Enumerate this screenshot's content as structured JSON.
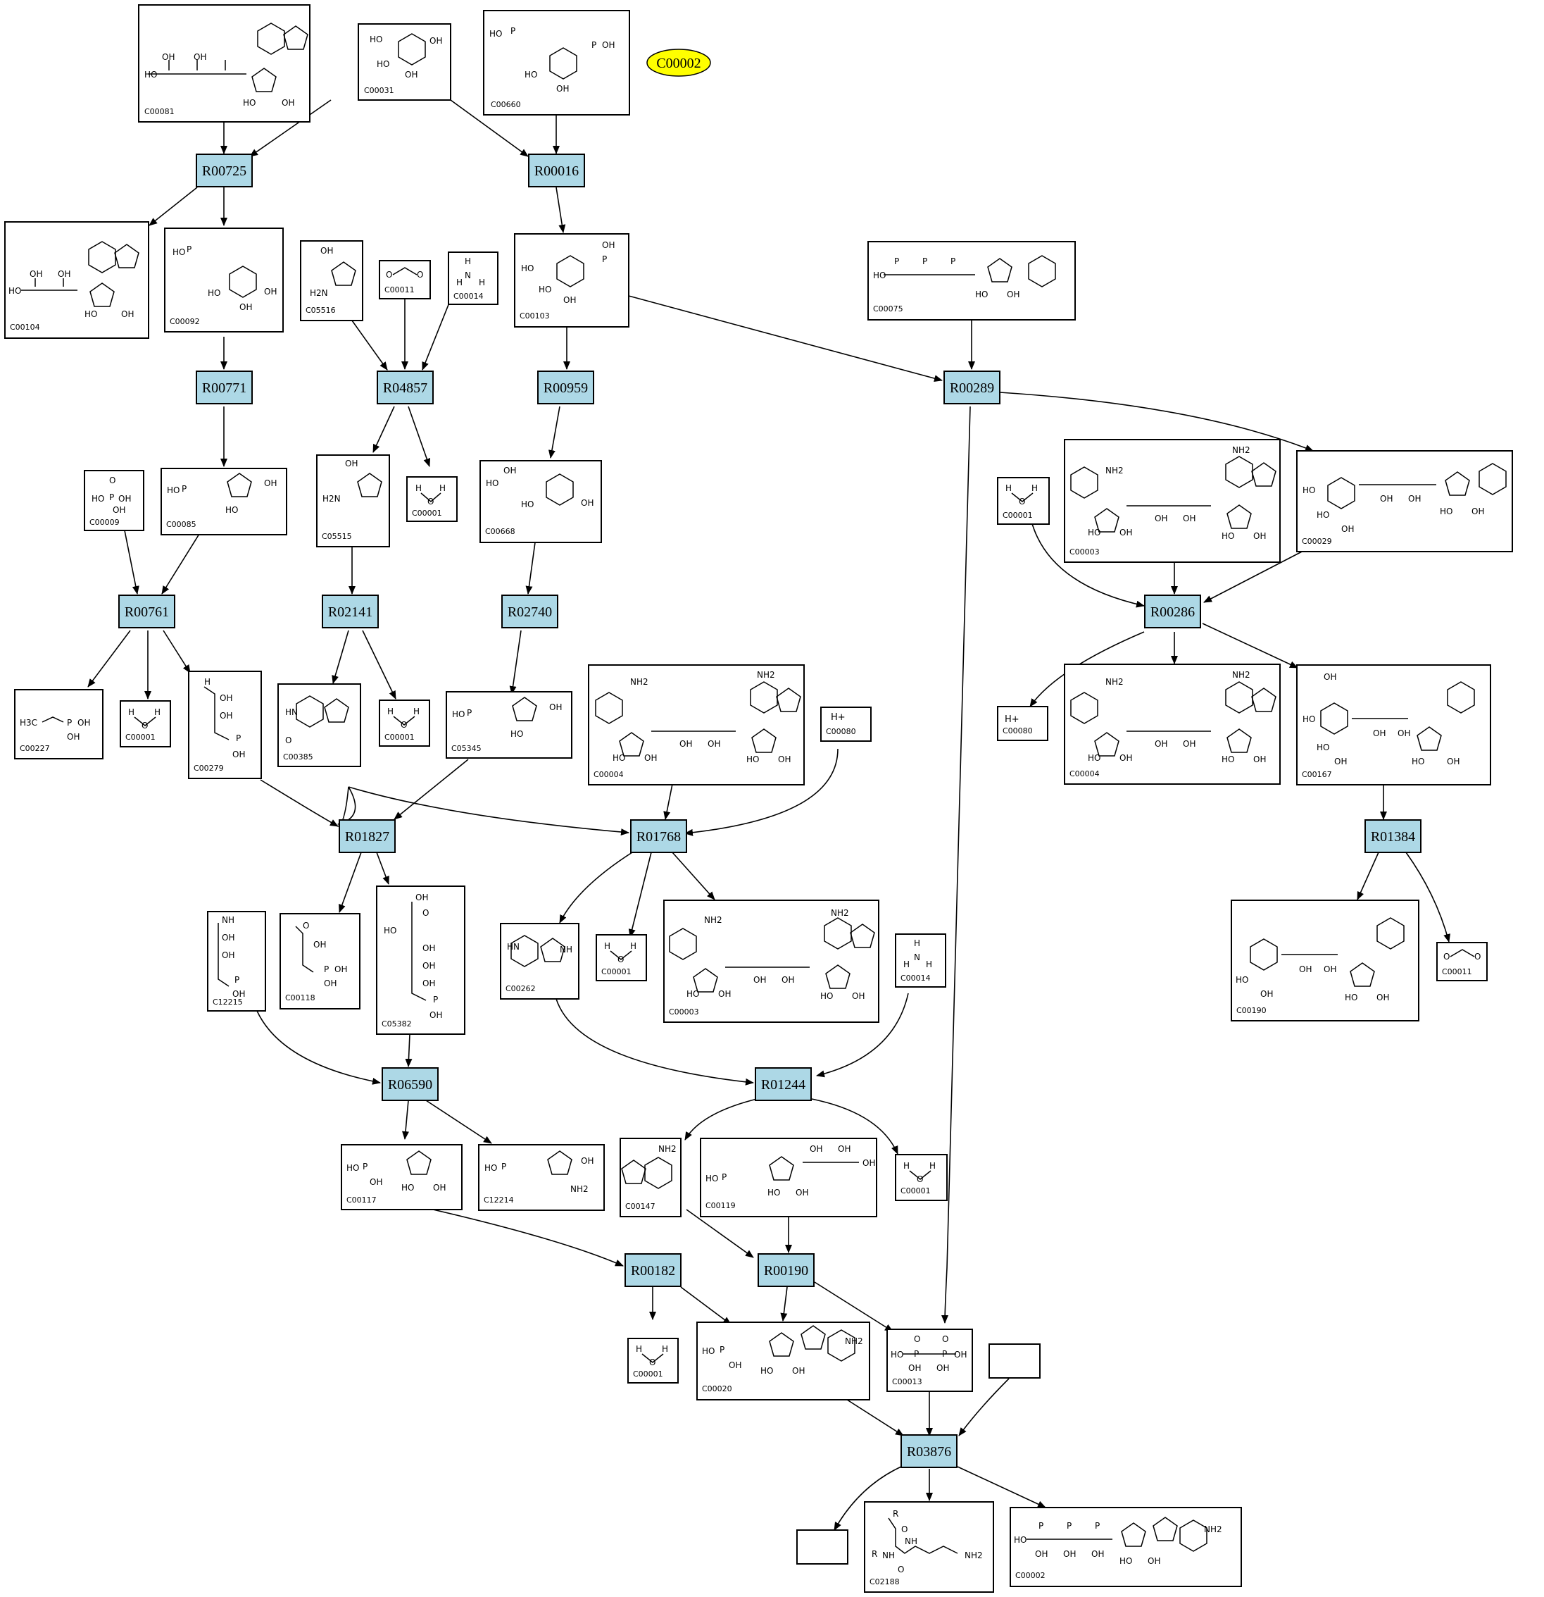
{
  "highlight": {
    "label": "C00002",
    "color": "#ffff00"
  },
  "colors": {
    "reaction_fill": "#add8e6",
    "compound_fill": "#ffffff",
    "edge": "#000000"
  },
  "reactions": [
    "R00725",
    "R00016",
    "R00771",
    "R04857",
    "R00959",
    "R00289",
    "R00761",
    "R02141",
    "R02740",
    "R00286",
    "R01827",
    "R01768",
    "R01384",
    "R06590",
    "R01244",
    "R00182",
    "R00190",
    "R03876"
  ],
  "compounds": {
    "C00081": "C00081",
    "C00031": "C00031",
    "C00660": "C00660",
    "C00104": "C00104",
    "C00092": "C00092",
    "C05516": "C05516",
    "C00011a": "C00011",
    "C00014a": "C00014",
    "C00103": "C00103",
    "C00075": "C00075",
    "C00009": "C00009",
    "C00085": "C00085",
    "C05515": "C05515",
    "C00001a": "C00001",
    "C00668": "C00668",
    "C00001b": "C00001",
    "C00003a": "C00003",
    "C00029": "C00029",
    "C00227": "C00227",
    "C00001c": "C00001",
    "C00279": "C00279",
    "C00385": "C00385",
    "C00001d": "C00001",
    "C05345": "C05345",
    "C00004a": "C00004",
    "C00080a": "C00080",
    "C00080b": "C00080",
    "C00004b": "C00004",
    "C00167": "C00167",
    "C12215": "C12215",
    "C00118": "C00118",
    "C05382": "C05382",
    "C00262": "C00262",
    "C00001e": "C00001",
    "C00003b": "C00003",
    "C00014b": "C00014",
    "C00190": "C00190",
    "C00011b": "C00011",
    "C00117": "C00117",
    "C12214": "C12214",
    "C00147": "C00147",
    "C00119": "C00119",
    "C00001f": "C00001",
    "C00001g": "C00001",
    "C00020": "C00020",
    "C00013": "C00013",
    "C02188": "C02188",
    "C00002": "C00002"
  },
  "atoms": {
    "oh": "OH",
    "ho": "HO",
    "p": "P",
    "o": "O",
    "h": "H",
    "n": "N",
    "hn": "HN",
    "nh": "NH",
    "nh2": "NH2",
    "hplus": "H+",
    "ho_o_p": "HO-P-O",
    "cho": "O",
    "h3c": "H3C",
    "h2n": "H2N",
    "r": "R",
    "rn": "R"
  }
}
